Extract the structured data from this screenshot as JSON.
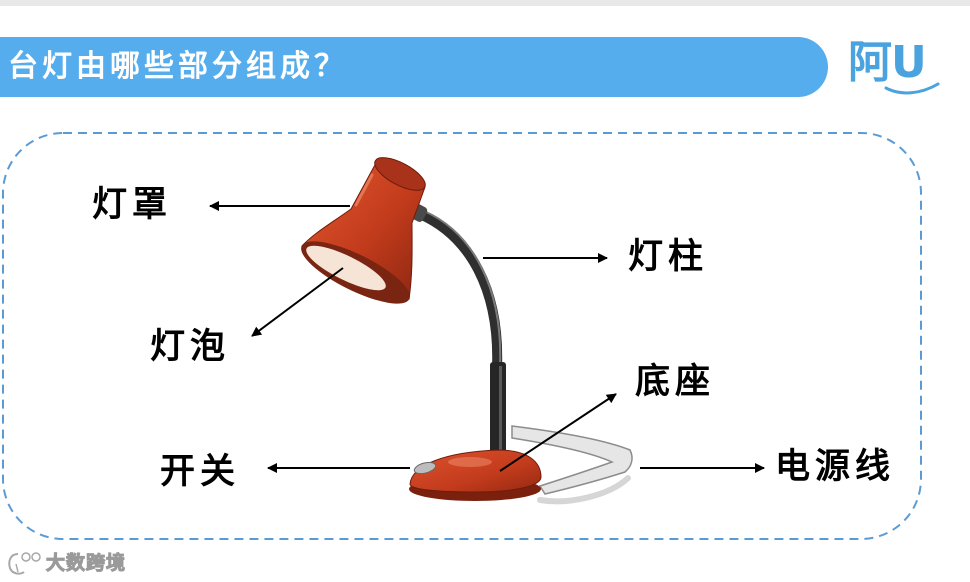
{
  "header": {
    "title": "台灯由哪些部分组成？"
  },
  "logo": {
    "text": "阿U"
  },
  "diagram": {
    "labels": {
      "lampshade": "灯罩",
      "lamp_post": "灯柱",
      "bulb": "灯泡",
      "base": "底座",
      "switch": "开关",
      "power_cord": "电源线"
    }
  },
  "watermark": {
    "text": "大数跨境"
  },
  "colors": {
    "banner": "#55aded",
    "dashed_frame": "#5b9bd5",
    "logo": "#4aa3df",
    "lamp_shade": "#c23b1c",
    "arrow": "#000000"
  }
}
